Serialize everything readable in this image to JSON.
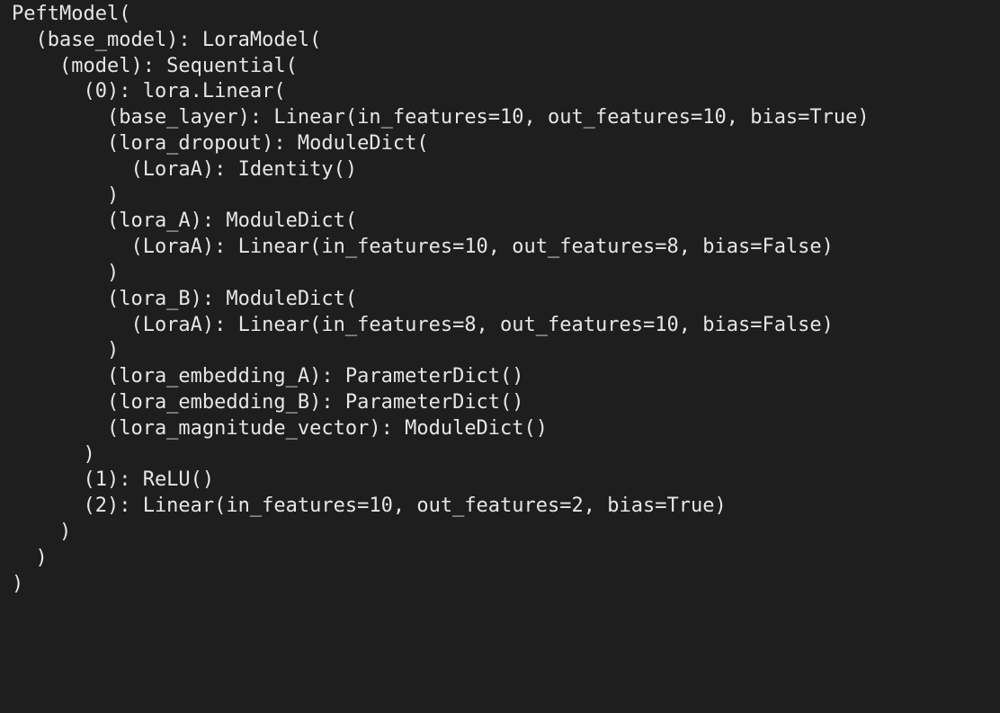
{
  "editor": {
    "background": "#1e1e1e",
    "text_color": "#e6e6e6",
    "lines": [
      "PeftModel(",
      "  (base_model): LoraModel(",
      "    (model): Sequential(",
      "      (0): lora.Linear(",
      "        (base_layer): Linear(in_features=10, out_features=10, bias=True)",
      "        (lora_dropout): ModuleDict(",
      "          (LoraA): Identity()",
      "        )",
      "        (lora_A): ModuleDict(",
      "          (LoraA): Linear(in_features=10, out_features=8, bias=False)",
      "        )",
      "        (lora_B): ModuleDict(",
      "          (LoraA): Linear(in_features=8, out_features=10, bias=False)",
      "        )",
      "        (lora_embedding_A): ParameterDict()",
      "        (lora_embedding_B): ParameterDict()",
      "        (lora_magnitude_vector): ModuleDict()",
      "      )",
      "      (1): ReLU()",
      "      (2): Linear(in_features=10, out_features=2, bias=True)",
      "    )",
      "  )",
      ")"
    ]
  }
}
